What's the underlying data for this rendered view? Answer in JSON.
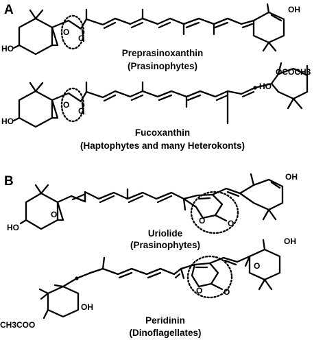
{
  "panels": {
    "a": "A",
    "b": "B"
  },
  "molecules": [
    {
      "name": "Preprasinoxanthin",
      "group": "(Prasinophytes)"
    },
    {
      "name": "Fucoxanthin",
      "group": "(Haptophytes and many Heterokonts)"
    },
    {
      "name": "Uriolide",
      "group": "(Prasinophytes)"
    },
    {
      "name": "Peridinin",
      "group": "(Dinoflagellates)"
    }
  ],
  "atoms": {
    "oh": "OH",
    "ho": "HO",
    "o": "O",
    "ococh3": "OCOCH3",
    "ch3coo": "CH3COO"
  }
}
